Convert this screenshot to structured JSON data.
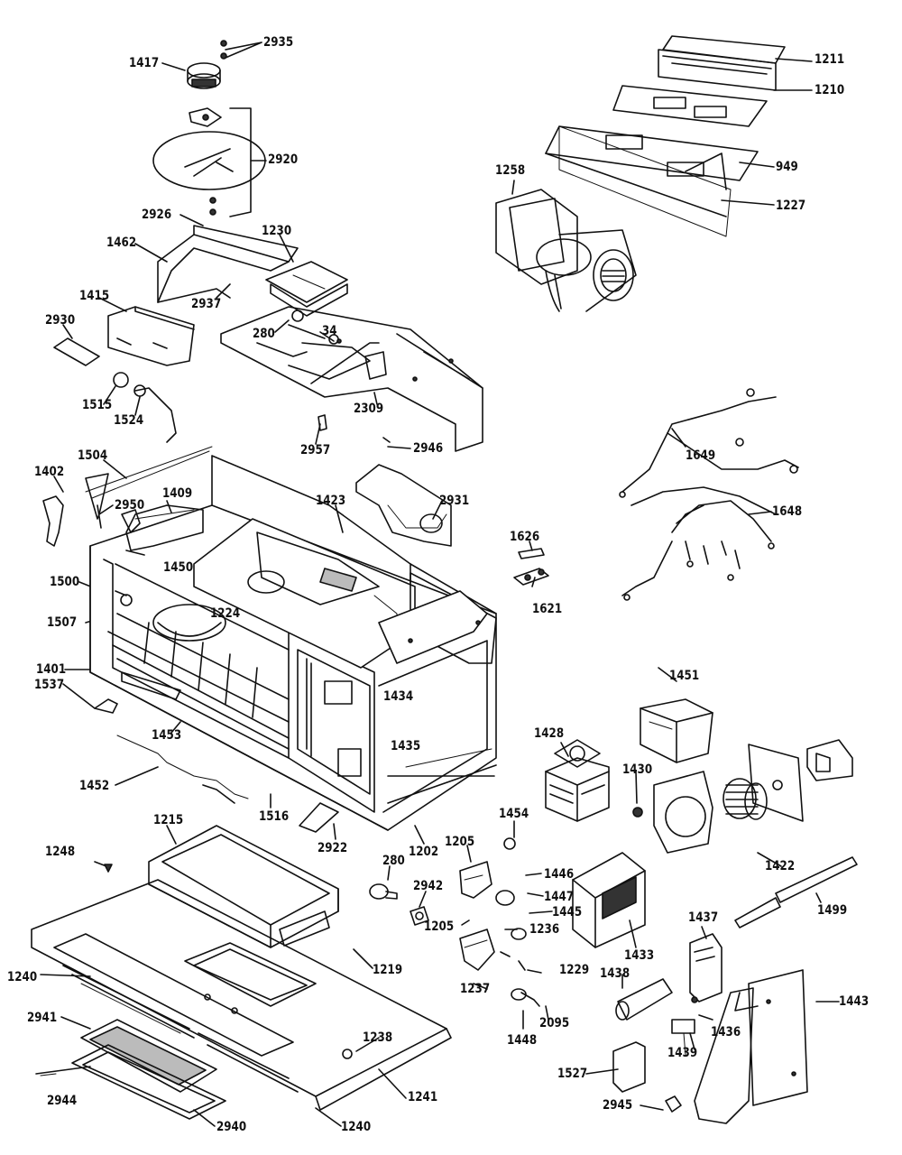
{
  "labels": [
    {
      "id": "l2935",
      "text": "2935"
    },
    {
      "id": "l1417",
      "text": "1417"
    },
    {
      "id": "l1211",
      "text": "1211"
    },
    {
      "id": "l1210",
      "text": "1210"
    },
    {
      "id": "l2920",
      "text": "2920"
    },
    {
      "id": "l949",
      "text": "949"
    },
    {
      "id": "l1258",
      "text": "1258"
    },
    {
      "id": "l1227",
      "text": "1227"
    },
    {
      "id": "l2926",
      "text": "2926"
    },
    {
      "id": "l1230",
      "text": "1230"
    },
    {
      "id": "l1462",
      "text": "1462"
    },
    {
      "id": "l1415",
      "text": "1415"
    },
    {
      "id": "l2937",
      "text": "2937"
    },
    {
      "id": "l2930",
      "text": "2930"
    },
    {
      "id": "l280a",
      "text": "280"
    },
    {
      "id": "l34",
      "text": "34"
    },
    {
      "id": "l1515",
      "text": "1515"
    },
    {
      "id": "l1524",
      "text": "1524"
    },
    {
      "id": "l2309",
      "text": "2309"
    },
    {
      "id": "l1649",
      "text": "1649"
    },
    {
      "id": "l2957",
      "text": "2957"
    },
    {
      "id": "l2946",
      "text": "2946"
    },
    {
      "id": "l1504",
      "text": "1504"
    },
    {
      "id": "l1402",
      "text": "1402"
    },
    {
      "id": "l1409",
      "text": "1409"
    },
    {
      "id": "l1423",
      "text": "1423"
    },
    {
      "id": "l2950",
      "text": "2950"
    },
    {
      "id": "l2931",
      "text": "2931"
    },
    {
      "id": "l1648",
      "text": "1648"
    },
    {
      "id": "l1626",
      "text": "1626"
    },
    {
      "id": "l1450",
      "text": "1450"
    },
    {
      "id": "l1500",
      "text": "1500"
    },
    {
      "id": "l1621",
      "text": "1621"
    },
    {
      "id": "l1507",
      "text": "1507"
    },
    {
      "id": "l1224",
      "text": "1224"
    },
    {
      "id": "l1401",
      "text": "1401"
    },
    {
      "id": "l1451",
      "text": "1451"
    },
    {
      "id": "l1537",
      "text": "1537"
    },
    {
      "id": "l1434",
      "text": "1434"
    },
    {
      "id": "l1453",
      "text": "1453"
    },
    {
      "id": "l1435",
      "text": "1435"
    },
    {
      "id": "l1428",
      "text": "1428"
    },
    {
      "id": "l1430",
      "text": "1430"
    },
    {
      "id": "l1452",
      "text": "1452"
    },
    {
      "id": "l1516",
      "text": "1516"
    },
    {
      "id": "l1454",
      "text": "1454"
    },
    {
      "id": "l1215",
      "text": "1215"
    },
    {
      "id": "l1205a",
      "text": "1205"
    },
    {
      "id": "l1202",
      "text": "1202"
    },
    {
      "id": "l2922",
      "text": "2922"
    },
    {
      "id": "l1248",
      "text": "1248"
    },
    {
      "id": "l280b",
      "text": "280"
    },
    {
      "id": "l2942",
      "text": "2942"
    },
    {
      "id": "l1446",
      "text": "1446"
    },
    {
      "id": "l1422",
      "text": "1422"
    },
    {
      "id": "l1447",
      "text": "1447"
    },
    {
      "id": "l1499",
      "text": "1499"
    },
    {
      "id": "l1445",
      "text": "1445"
    },
    {
      "id": "l1433",
      "text": "1433"
    },
    {
      "id": "l1205b",
      "text": "1205"
    },
    {
      "id": "l1236",
      "text": "1236"
    },
    {
      "id": "l1437",
      "text": "1437"
    },
    {
      "id": "l1219",
      "text": "1219"
    },
    {
      "id": "l1229",
      "text": "1229"
    },
    {
      "id": "l1240a",
      "text": "1240"
    },
    {
      "id": "l1237",
      "text": "1237"
    },
    {
      "id": "l1438",
      "text": "1438"
    },
    {
      "id": "l1443",
      "text": "1443"
    },
    {
      "id": "l2095",
      "text": "2095"
    },
    {
      "id": "l1436",
      "text": "1436"
    },
    {
      "id": "l2941",
      "text": "2941"
    },
    {
      "id": "l1448",
      "text": "1448"
    },
    {
      "id": "l1238",
      "text": "1238"
    },
    {
      "id": "l1439",
      "text": "1439"
    },
    {
      "id": "l1241",
      "text": "1241"
    },
    {
      "id": "l1527",
      "text": "1527"
    },
    {
      "id": "l2944",
      "text": "2944"
    },
    {
      "id": "l2945",
      "text": "2945"
    },
    {
      "id": "l2940",
      "text": "2940"
    },
    {
      "id": "l1240b",
      "text": "1240"
    }
  ]
}
